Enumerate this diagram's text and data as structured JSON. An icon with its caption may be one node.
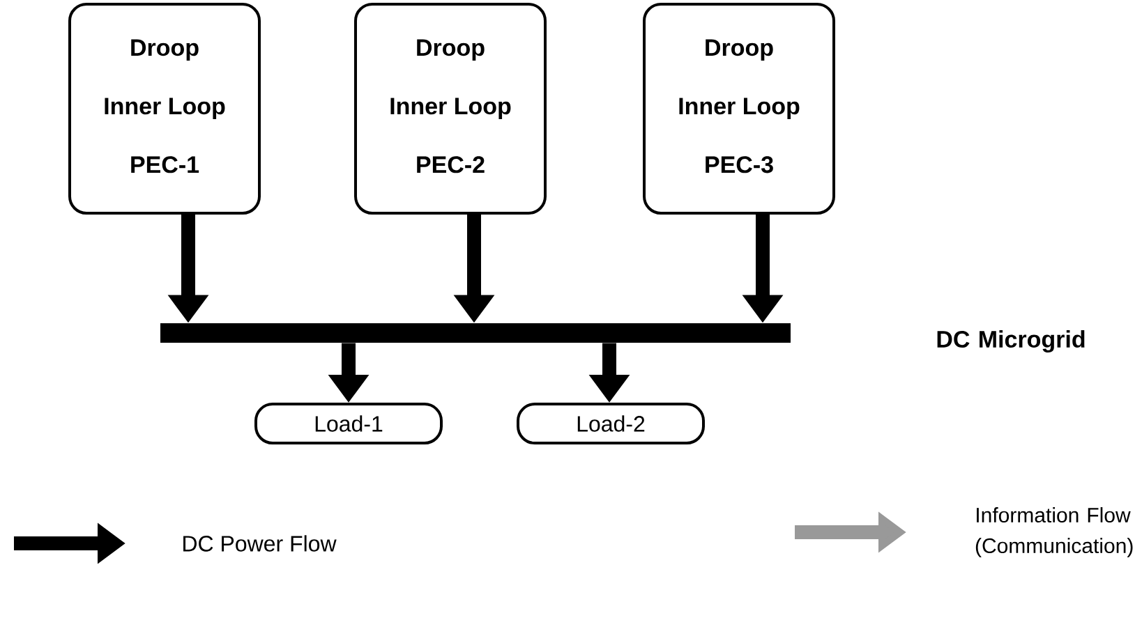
{
  "diagram": {
    "nodes": [
      {
        "text": [
          "Droop",
          "Inner Loop",
          "PEC-1"
        ]
      },
      {
        "text": [
          "Droop",
          "Inner Loop",
          "PEC-2"
        ]
      },
      {
        "text": [
          "Droop",
          "Inner Loop",
          "PEC-3"
        ]
      },
      {
        "text": [],
        "shape": "bar"
      },
      {
        "text": [
          "Load-1"
        ]
      },
      {
        "text": [
          "Load-2"
        ]
      }
    ],
    "edges": [
      {
        "from": 0,
        "to": 3,
        "arrow": "to"
      },
      {
        "from": 1,
        "to": 3,
        "arrow": "to"
      },
      {
        "from": 2,
        "to": 3,
        "arrow": "to"
      },
      {
        "from": 3,
        "to": 4,
        "arrow": "to"
      },
      {
        "from": 3,
        "to": 5,
        "arrow": "to"
      }
    ],
    "labels": [
      "DC Microgrid"
    ],
    "legend": [
      {
        "text": "DC Power Flow"
      },
      {
        "text": "Information Flow (Communication)"
      }
    ]
  }
}
